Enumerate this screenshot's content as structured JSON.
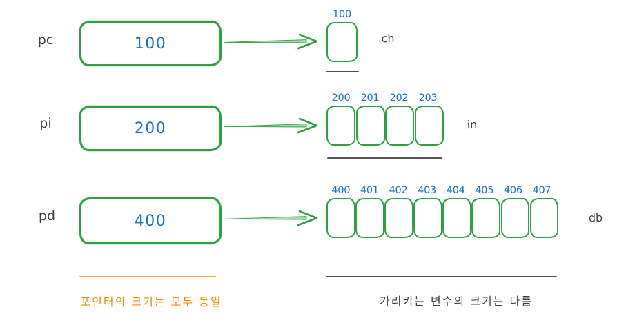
{
  "title": "pointer-size-diagram",
  "colors": {
    "green": "#2f9e44",
    "green_light": "#a5d8b0",
    "blue": "#1971c2",
    "orange": "#f08c00",
    "orange_line": "#f4a942",
    "dark": "#3a3f44"
  },
  "rows": [
    {
      "pointer_label": "pc",
      "pointer_value": "100",
      "addresses": [
        "100"
      ],
      "var_label": "ch"
    },
    {
      "pointer_label": "pi",
      "pointer_value": "200",
      "addresses": [
        "200",
        "201",
        "202",
        "203"
      ],
      "var_label": "in"
    },
    {
      "pointer_label": "pd",
      "pointer_value": "400",
      "addresses": [
        "400",
        "401",
        "402",
        "403",
        "404",
        "405",
        "406",
        "407"
      ],
      "var_label": "db"
    }
  ],
  "captions": {
    "pointer_size": "포인터의 크기는 모두 동일",
    "variable_size": "가리키는 변수의 크기는 다름"
  }
}
